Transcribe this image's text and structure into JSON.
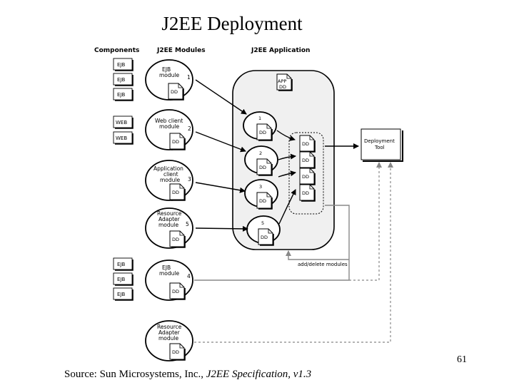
{
  "slide": {
    "title": "J2EE Deployment",
    "page_number": "61",
    "source_prefix": "Source: Sun Microsystems, Inc., ",
    "source_italic": "J2EE Specification, v1.3"
  },
  "diagram": {
    "headers": {
      "components": "Components",
      "modules": "J2EE Modules",
      "application": "J2EE Application"
    },
    "components": {
      "ejb": "EJB",
      "web": "WEB"
    },
    "modules": {
      "ejb_line1": "EJB",
      "ejb_line2": "module",
      "web_line1": "Web client",
      "web_line2": "module",
      "app_line1": "Application",
      "app_line2": "client",
      "app_line3": "module",
      "ra_line1": "Resource",
      "ra_line2": "Adapter",
      "ra_line3": "module",
      "ejb4_line1": "EJB",
      "ejb4_line2": "module"
    },
    "numbers": {
      "n1": "1",
      "n2": "2",
      "n3": "3",
      "n4": "4",
      "n5": "5"
    },
    "dd": "DD",
    "app_dd_line1": "APP",
    "app_dd_line2": "DD",
    "deployment_tool_line1": "Deployment",
    "deployment_tool_line2": "Tool",
    "add_delete": "add/delete modules"
  }
}
